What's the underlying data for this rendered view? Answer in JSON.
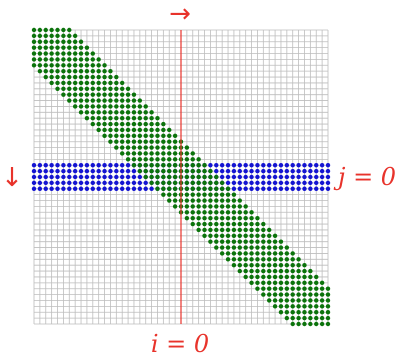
{
  "labels": {
    "top_arrow": "→",
    "left_arrow": "↓",
    "j_axis": "j = 0",
    "i_axis": "i = 0"
  },
  "grid": {
    "cols": 50,
    "rows": 50
  },
  "colors": {
    "grid_line": "#bdbdbd",
    "axis_line": "#e8332b",
    "label": "#e8332b",
    "band_horizontal": "#1414d2",
    "band_diagonal": "#0b730b",
    "background": "#ffffff"
  },
  "bands": {
    "horizontal": {
      "j_min": -2,
      "j_max": 2
    },
    "diagonal": {
      "half_width": 6
    }
  }
}
